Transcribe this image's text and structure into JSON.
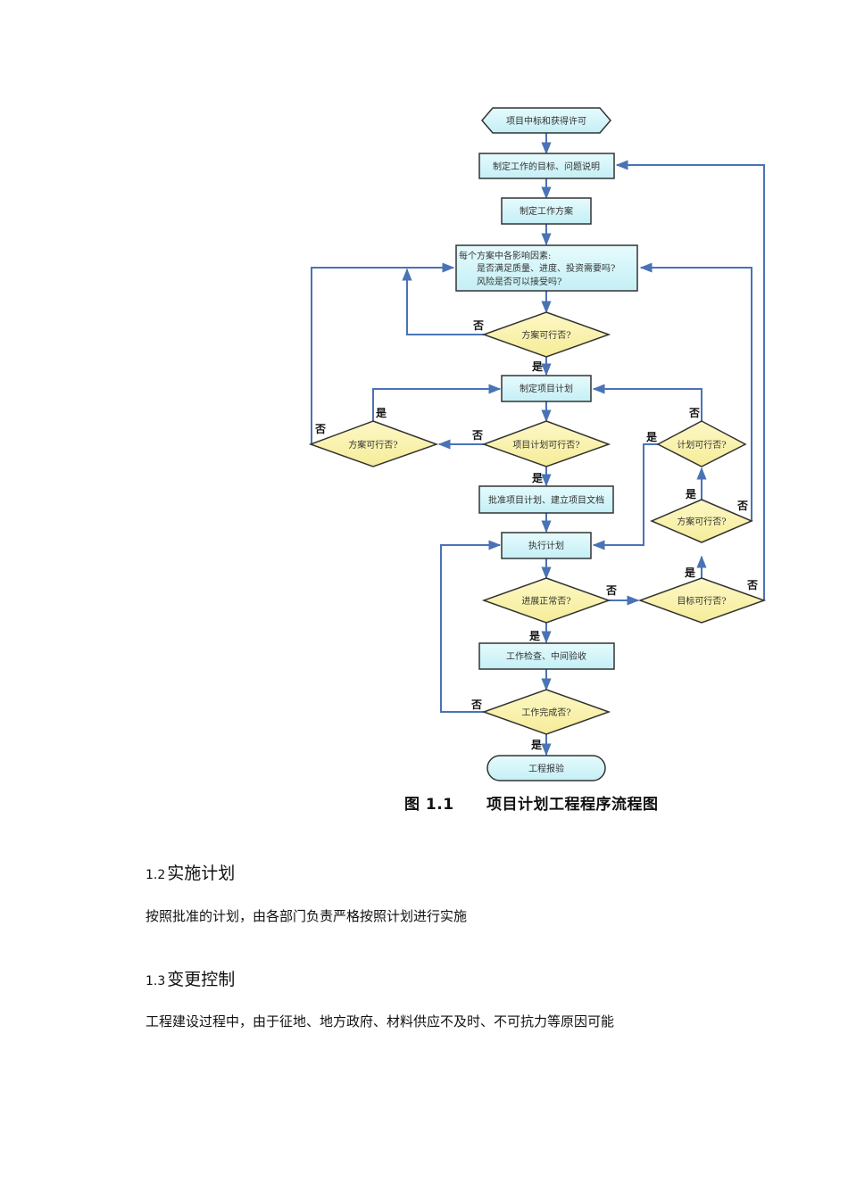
{
  "figure": {
    "nodes": {
      "start": "项目中标和获得许可",
      "define_goals": "制定工作的目标、问题说明",
      "define_plan": "制定工作方案",
      "factors_line1": "每个方案中各影响因素:",
      "factors_line2": "是否满足质量、进度、投资需要吗?",
      "factors_line3": "风险是否可以接受吗?",
      "d_scheme_feasible": "方案可行否?",
      "project_plan": "制定项目计划",
      "d_plan_feasible": "项目计划可行否?",
      "d_scheme_feasible_left": "方案可行否?",
      "approve_plan": "批准项目计划、建立项目文档",
      "execute": "执行计划",
      "d_progress": "进展正常否?",
      "d_goal_feasible": "目标可行否?",
      "d_scheme_feasible_right": "方案可行否?",
      "d_plan_feasible_right": "计划可行否?",
      "inspect": "工作检查、中间验收",
      "d_complete": "工作完成否?",
      "end": "工程报验"
    },
    "labels": {
      "yes": "是",
      "no": "否"
    },
    "caption_number": "图 1.1",
    "caption_title": "项目计划工程程序流程图",
    "colors": {
      "box_fill": "#cdf4f9",
      "diamond_fill": "#faf2a6",
      "edge": "#4a73b5",
      "border": "#333333"
    }
  },
  "sections": [
    {
      "number": "1.2",
      "title": "实施计划",
      "body": "按照批准的计划，由各部门负责严格按照计划进行实施"
    },
    {
      "number": "1.3",
      "title": "变更控制",
      "body": "工程建设过程中，由于征地、地方政府、材料供应不及时、不可抗力等原因可能"
    }
  ]
}
